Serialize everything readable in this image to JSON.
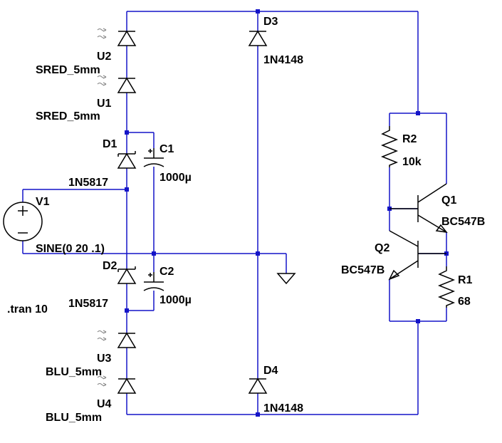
{
  "colors": {
    "wire": "#1414c8",
    "component": "#000000",
    "light_squiggle": "#808080",
    "background": "#ffffff"
  },
  "components": {
    "U2": {
      "ref": "U2",
      "model": "SRED_5mm"
    },
    "U1": {
      "ref": "U1",
      "model": "SRED_5mm"
    },
    "D1": {
      "ref": "D1",
      "model": "1N5817"
    },
    "C1": {
      "ref": "C1",
      "value": "1000µ"
    },
    "V1": {
      "ref": "V1",
      "value": "SINE(0 20 .1)"
    },
    "D2": {
      "ref": "D2",
      "model": "1N5817"
    },
    "C2": {
      "ref": "C2",
      "value": "1000µ"
    },
    "U3": {
      "ref": "U3",
      "model": "BLU_5mm"
    },
    "U4": {
      "ref": "U4",
      "model": "BLU_5mm"
    },
    "D3": {
      "ref": "D3",
      "model": "1N4148"
    },
    "D4": {
      "ref": "D4",
      "model": "1N4148"
    },
    "R2": {
      "ref": "R2",
      "value": "10k"
    },
    "Q1": {
      "ref": "Q1",
      "model": "BC547B"
    },
    "Q2": {
      "ref": "Q2",
      "model": "BC547B"
    },
    "R1": {
      "ref": "R1",
      "value": "68"
    }
  },
  "directive": ".tran 10"
}
